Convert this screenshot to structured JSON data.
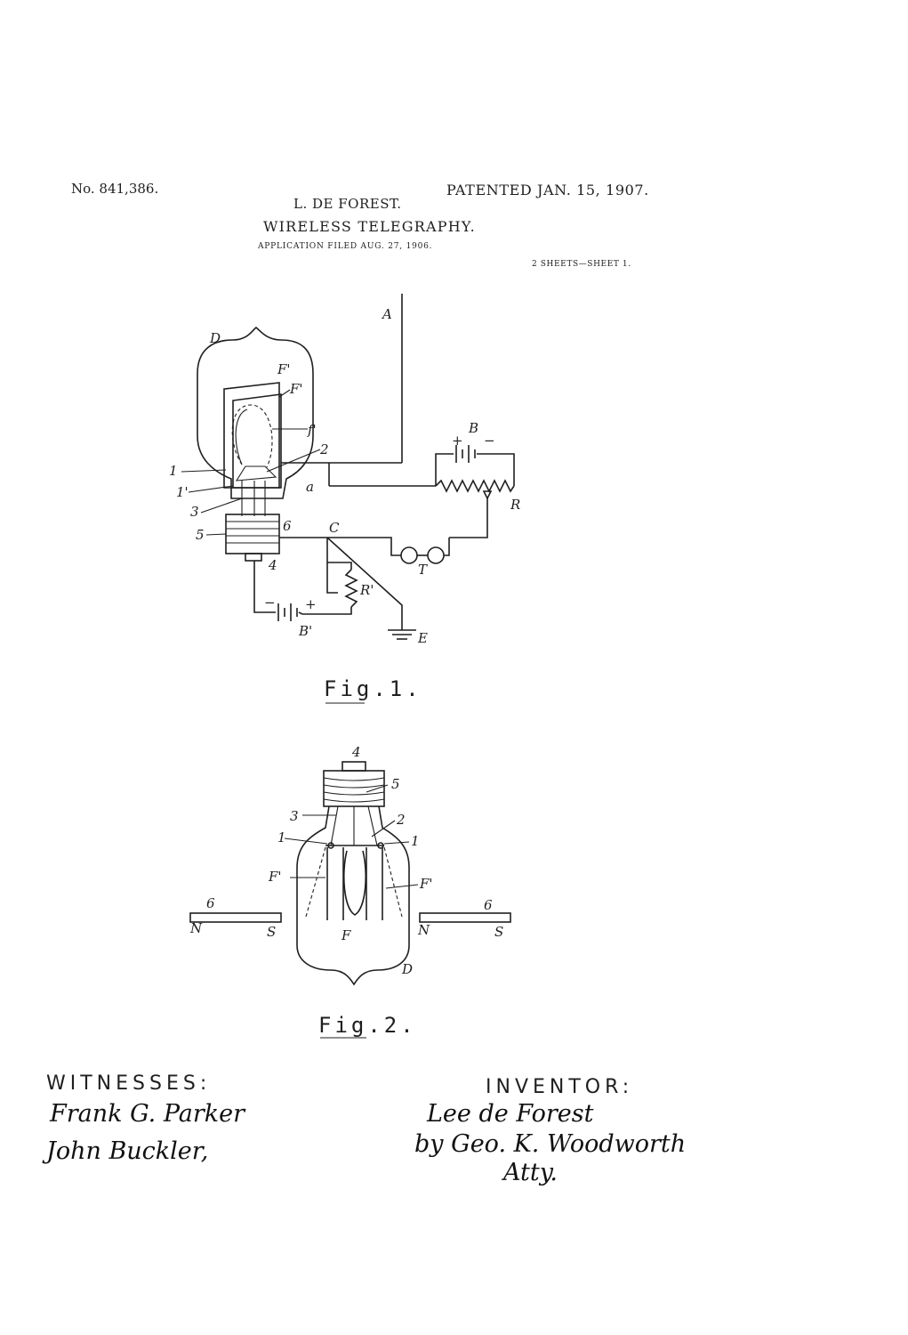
{
  "header": {
    "patent_number": "No. 841,386.",
    "patented_date": "PATENTED JAN. 15, 1907.",
    "inventor": "L. DE FOREST.",
    "title": "WIRELESS TELEGRAPHY.",
    "filed": "APPLICATION FILED AUG. 27, 1906.",
    "sheets": "2 SHEETS—SHEET 1."
  },
  "figures": {
    "fig1": {
      "caption": "Fig.1.",
      "labels": {
        "A": "A",
        "B": "B",
        "R": "R",
        "C": "C",
        "T": "T",
        "E": "E",
        "B_prime_rheo": "R'",
        "B_prime_batt": "B'",
        "D": "D",
        "F_prime_1": "F'",
        "F_prime_2": "F'",
        "f_prime": "f'",
        "n1": "1",
        "n1b": "1'",
        "n2": "2",
        "n3": "3",
        "n4": "4",
        "n5": "5",
        "n6": "6",
        "a": "a",
        "plus1": "+",
        "minus1": "−",
        "plus2": "+",
        "minus2": "−"
      }
    },
    "fig2": {
      "caption": "Fig.2.",
      "labels": {
        "n4": "4",
        "n5": "5",
        "n3": "3",
        "n2": "2",
        "n1l": "1",
        "n1r": "1",
        "F_prime_l": "F'",
        "F_prime_r": "F'",
        "F": "F",
        "D": "D",
        "n6l": "6",
        "n6r": "6",
        "Nl": "N",
        "Sl": "S",
        "Nr": "N",
        "Sr": "S"
      }
    }
  },
  "witnesses": {
    "heading": "WITNESSES:",
    "signatures": [
      "Frank G. Parker",
      "John Buckler,"
    ]
  },
  "inventor_block": {
    "heading": "INVENTOR:",
    "signature": "Lee de Forest",
    "by": "by Geo. K. Woodworth",
    "atty": "Atty."
  }
}
